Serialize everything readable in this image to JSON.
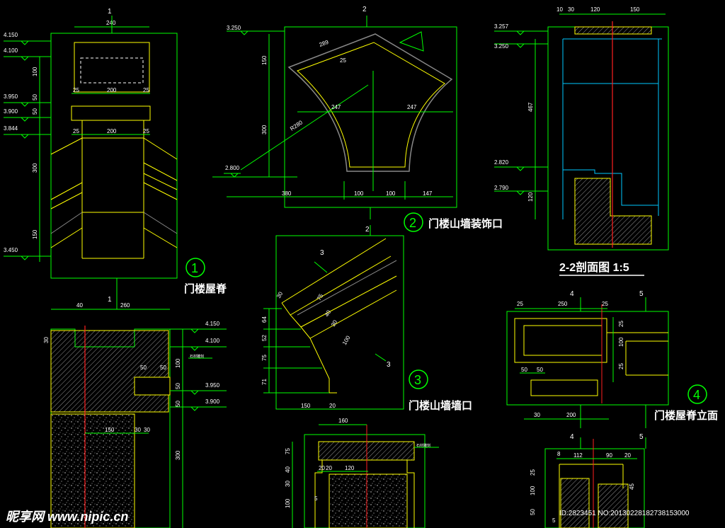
{
  "colors": {
    "background": "#000000",
    "outline": "#00ff00",
    "detail": "#ffff00",
    "section": "#00c8ff",
    "centerline": "#ff2020",
    "hatch": "#cccccc",
    "text": "#ffffff"
  },
  "captions": {
    "d1": {
      "number": "1",
      "title": "门楼屋脊"
    },
    "d2": {
      "number": "2",
      "title": "门楼山墙装饰口"
    },
    "d3": {
      "number": "3",
      "title": "门楼山墙墙口"
    },
    "d4": {
      "number": "4",
      "title": "门楼屋脊立面"
    },
    "section22": "2-2剖面图 1:5"
  },
  "axis_marks": {
    "a1": "1",
    "a2": "2",
    "a1b": "1",
    "a2b": "2",
    "a3a": "3",
    "a3b": "3",
    "a4a": "4",
    "a5a": "5",
    "a4b": "4",
    "a5b": "5",
    "a10": "10",
    "a30": "30",
    "a120": "120",
    "a150": "150"
  },
  "levels": {
    "l4150": "4.150",
    "l4100": "4.100",
    "l3950": "3.950",
    "l3900": "3.900",
    "l3844": "3.844",
    "l3450": "3.450",
    "l3250": "3.250",
    "l2800": "2.800",
    "l3257": "3.257",
    "l3250b": "3.250",
    "l2820": "2.820",
    "l2790": "2.790",
    "l4150b": "4.150",
    "l4100b": "4.100",
    "l3950b": "3.950",
    "l3900b": "3.900"
  },
  "dims": {
    "d240": "240",
    "d100": "100",
    "d25a": "25",
    "d200a": "200",
    "d25b": "25",
    "d50": "50",
    "d25c": "25",
    "d200b": "200",
    "d25d": "25",
    "d300": "300",
    "d150": "150",
    "p289": "289",
    "p150": "150",
    "p300": "300",
    "p247a": "247",
    "p247b": "247",
    "p380": "380",
    "p100a": "100",
    "p100b": "100",
    "p147": "147",
    "pR": "R280",
    "p25": "25",
    "s467": "467",
    "s120": "120",
    "b40": "40",
    "b260": "260",
    "b30": "30",
    "b50a": "50",
    "b50b": "50",
    "b100": "100",
    "b50c": "50",
    "b50d": "50",
    "b150": "150",
    "b30a": "30",
    "b30b": "30",
    "b300": "300",
    "c64": "64",
    "c52": "52",
    "c75": "75",
    "c71": "71",
    "c150": "150",
    "c20": "20",
    "c30": "30",
    "c75b": "75",
    "c40": "40",
    "c30b": "30",
    "c100": "100",
    "e25a": "25",
    "e250": "250",
    "e25b": "25",
    "e50a": "50",
    "e50b": "50",
    "e30": "30",
    "e200": "200",
    "e25c": "25",
    "e100": "100",
    "e25d": "25",
    "f160": "160",
    "f75": "75",
    "f40": "40",
    "f30": "30",
    "f100": "100",
    "f20": "20",
    "f20b": "20",
    "f120": "120",
    "f5": "5",
    "g8": "8",
    "g112": "112",
    "g90": "90",
    "g20": "20",
    "g25": "25",
    "g100": "100",
    "g45": "45",
    "g50": "50",
    "g5": "5"
  },
  "notes": {
    "n1": "石材雕刻",
    "n2": "石材雕刻"
  },
  "watermark": {
    "site": "昵享网 www.nipic.cn",
    "id": "ID:2823451 NO:20130228182738153000"
  }
}
